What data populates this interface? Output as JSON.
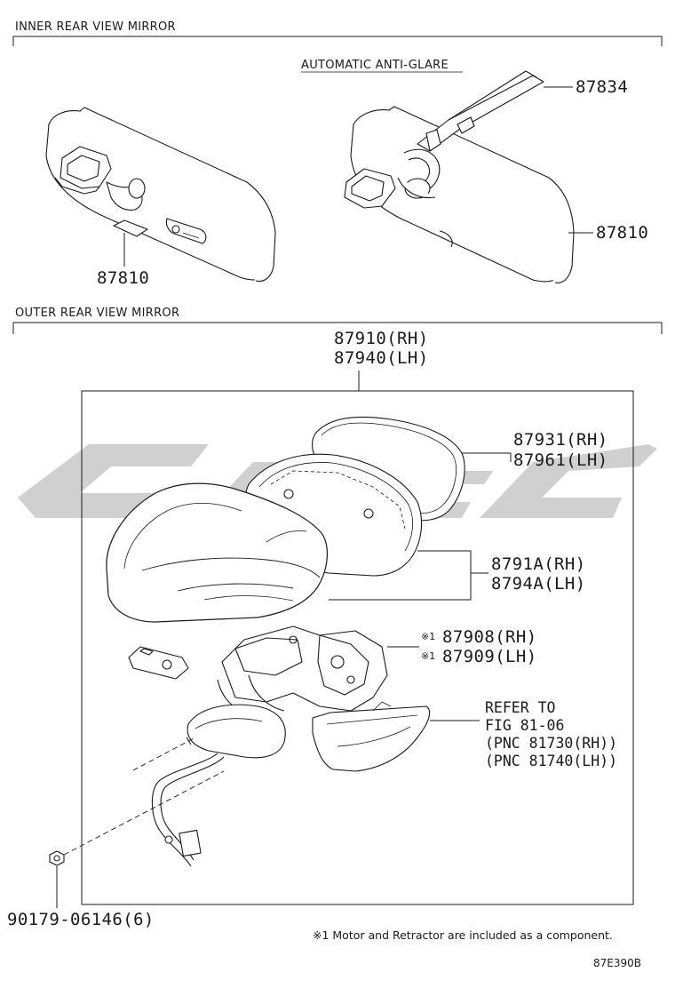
{
  "sections": {
    "inner": {
      "title": "INNER REAR VIEW MIRROR",
      "subtitle": "AUTOMATIC ANTI-GLARE"
    },
    "outer": {
      "title": "OUTER REAR VIEW MIRROR"
    }
  },
  "parts": {
    "mount_cover": "87834",
    "inner_mirror_auto": "87810",
    "inner_mirror": "87810",
    "assy_rh": "87910(RH)",
    "assy_lh": "87940(LH)",
    "glass_rh": "87931(RH)",
    "glass_lh": "87961(LH)",
    "cover_rh": "8791A(RH)",
    "cover_lh": "8794A(LH)",
    "motor_mark_rh": "※1",
    "motor_rh": "87908(RH)",
    "motor_mark_lh": "※1",
    "motor_lh": "87909(LH)",
    "nut": "90179-06146(6)"
  },
  "reference": {
    "line1": "REFER TO",
    "line2": "FIG 81-06",
    "line3": "(PNC 81730(RH))",
    "line4": "(PNC 81740(LH))"
  },
  "footnote": "※1 Motor and Retractor are included as a component.",
  "figure_code": "87E390B",
  "colors": {
    "line": "#1a1a1a",
    "watermark": "#c8c8c8"
  }
}
